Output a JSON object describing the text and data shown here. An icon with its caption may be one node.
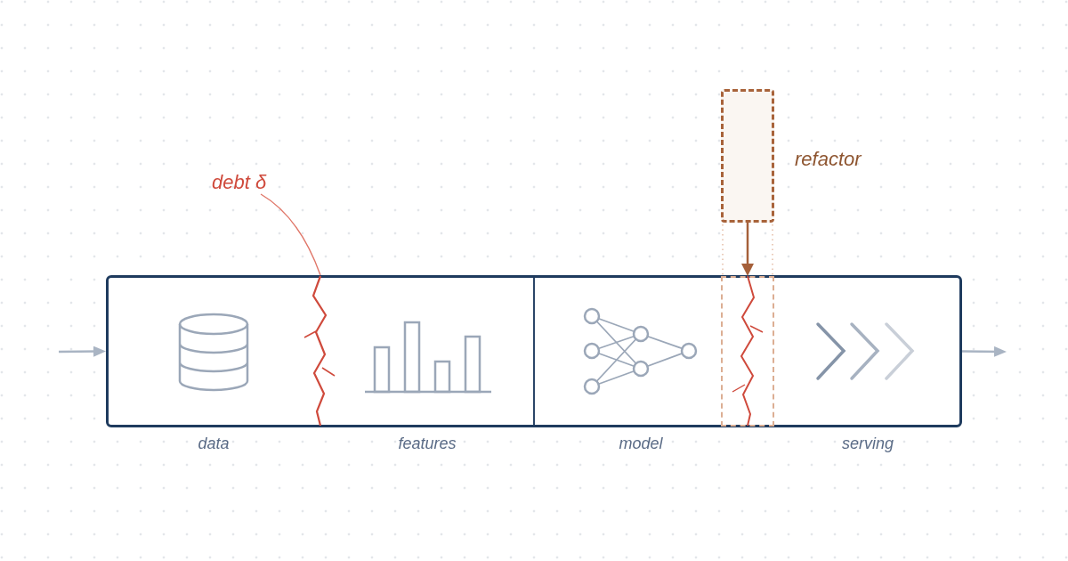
{
  "diagram": {
    "nodes": [
      {
        "text": [],
        "shape": "box",
        "beside": [
          "refactor"
        ]
      },
      {
        "text": [
          "debt δ"
        ]
      },
      {
        "text": [],
        "shape": "box"
      },
      {
        "text": [],
        "shape": "line",
        "in": 2
      },
      {
        "text": [],
        "shape": "box",
        "in": 2
      }
    ],
    "edges": [
      {
        "from": null,
        "to": 2,
        "arrow": "to"
      },
      {
        "from": 2,
        "to": null,
        "arrow": "to"
      },
      {
        "from": 1,
        "to": 3,
        "arrow": "none",
        "color": "#e07668"
      },
      {
        "from": 0,
        "to": 4,
        "arrow": "to",
        "color": "#a5603a"
      }
    ],
    "labels": [
      "data",
      "features",
      "model",
      "serving"
    ]
  }
}
